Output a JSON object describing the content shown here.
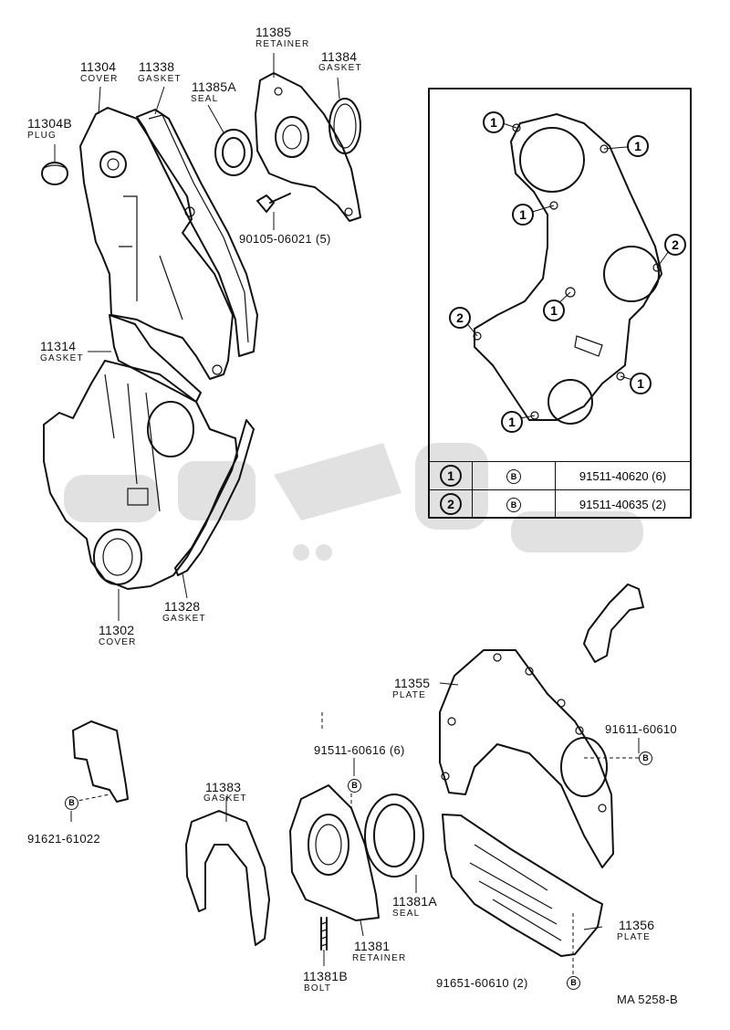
{
  "labels": {
    "p11385": {
      "num": "11385",
      "name": "RETAINER"
    },
    "p11384": {
      "num": "11384",
      "name": "GASKET"
    },
    "p11304": {
      "num": "11304",
      "name": "COVER"
    },
    "p11338": {
      "num": "11338",
      "name": "GASKET"
    },
    "p11385A": {
      "num": "11385A",
      "name": "SEAL"
    },
    "p11304B": {
      "num": "11304B",
      "name": "PLUG"
    },
    "p90105": {
      "num": "90105-06021 (5)"
    },
    "p11314": {
      "num": "11314",
      "name": "GASKET"
    },
    "p11328": {
      "num": "11328",
      "name": "GASKET"
    },
    "p11302": {
      "num": "11302",
      "name": "COVER"
    },
    "p11355": {
      "num": "11355",
      "name": "PLATE"
    },
    "p91611": {
      "num": "91611-60610"
    },
    "p91511_616": {
      "num": "91511-60616 (6)"
    },
    "p11383": {
      "num": "11383",
      "name": "GASKET"
    },
    "p91621": {
      "num": "91621-61022"
    },
    "p11381A": {
      "num": "11381A",
      "name": "SEAL"
    },
    "p11356": {
      "num": "11356",
      "name": "PLATE"
    },
    "p11381": {
      "num": "11381",
      "name": "RETAINER"
    },
    "p11381B": {
      "num": "11381B",
      "name": "BOLT"
    },
    "p91651": {
      "num": "91651-60610 (2)"
    },
    "diagram_code": "MA 5258-B"
  },
  "inset": {
    "markers": [
      "1",
      "1",
      "1",
      "2",
      "2",
      "1",
      "1",
      "1"
    ],
    "bolt_symbol": "B",
    "table": [
      {
        "ref": "1",
        "symbol": "B",
        "part": "91511-40620 (6)"
      },
      {
        "ref": "2",
        "symbol": "B",
        "part": "91511-40635 (2)"
      }
    ]
  },
  "bolt_symbol": "B"
}
